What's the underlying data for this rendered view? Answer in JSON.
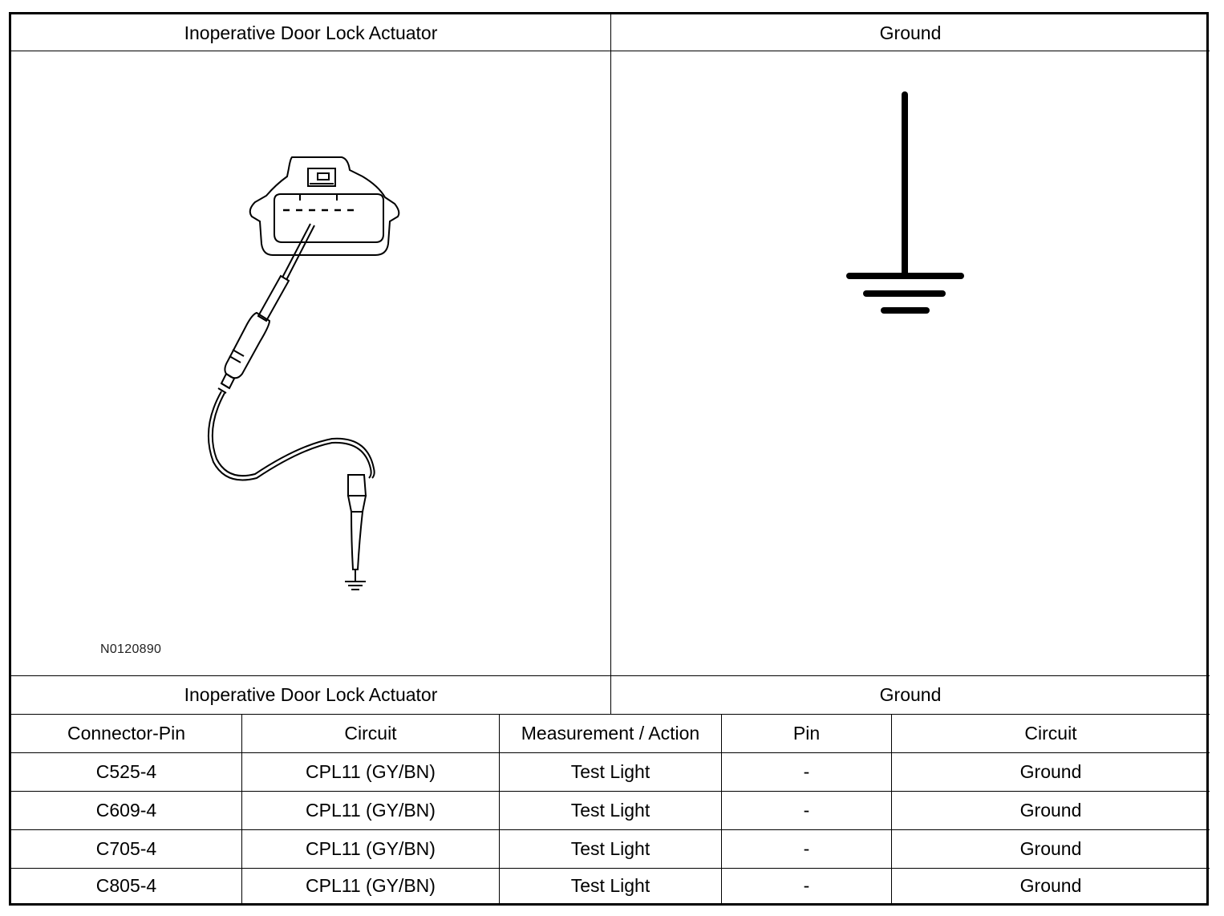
{
  "header": {
    "left_title": "Inoperative Door Lock Actuator",
    "right_title": "Ground"
  },
  "figure": {
    "left_icons": [
      "connector-icon",
      "test-light-probe-icon",
      "ground-symbol-icon"
    ],
    "left_figure_id": "N0120890",
    "right_icon": "ground-symbol-icon"
  },
  "table": {
    "group_headers": {
      "left": "Inoperative Door Lock Actuator",
      "right": "Ground"
    },
    "columns": [
      "Connector-Pin",
      "Circuit",
      "Measurement / Action",
      "Pin",
      "Circuit"
    ],
    "rows": [
      [
        "C525-4",
        "CPL11 (GY/BN)",
        "Test Light",
        "-",
        "Ground"
      ],
      [
        "C609-4",
        "CPL11 (GY/BN)",
        "Test Light",
        "-",
        "Ground"
      ],
      [
        "C705-4",
        "CPL11 (GY/BN)",
        "Test Light",
        "-",
        "Ground"
      ],
      [
        "C805-4",
        "CPL11 (GY/BN)",
        "Test Light",
        "-",
        "Ground"
      ]
    ]
  },
  "colors": {
    "line": "#000000",
    "background": "#ffffff"
  }
}
